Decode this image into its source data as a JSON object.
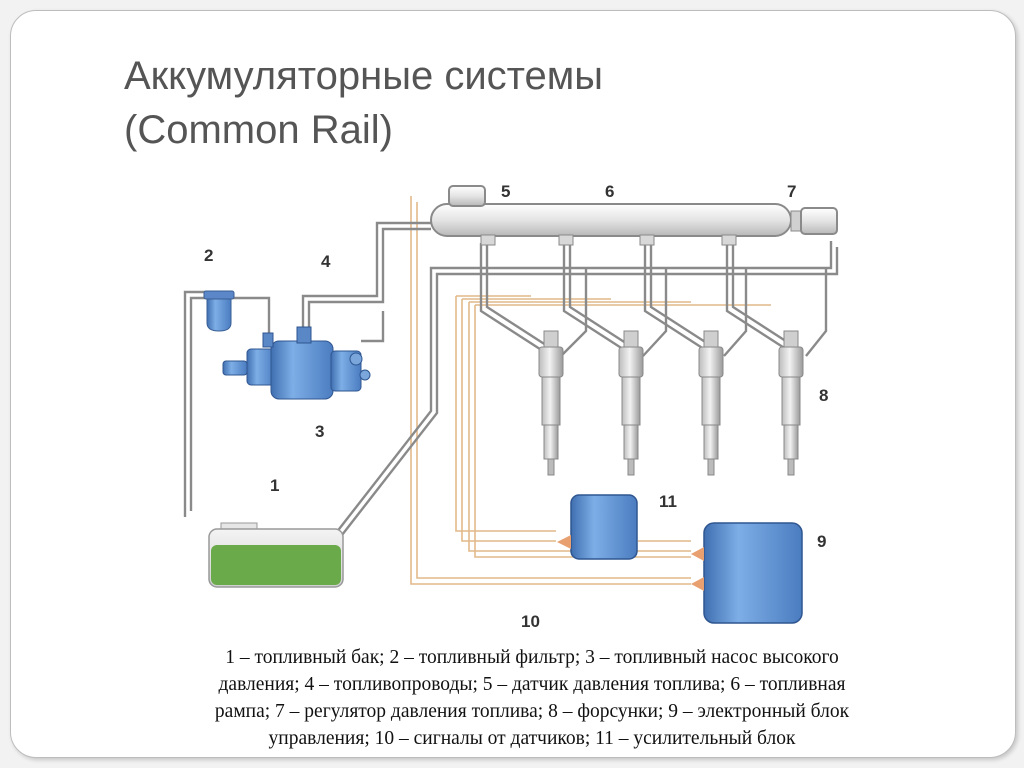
{
  "title": {
    "line1": "Аккумуляторные системы",
    "line2": "(Common Rail)"
  },
  "labels": {
    "l1": "1",
    "l2": "2",
    "l3": "3",
    "l4": "4",
    "l5": "5",
    "l6": "6",
    "l7": "7",
    "l8": "8",
    "l9": "9",
    "l10": "10",
    "l11": "11"
  },
  "caption": {
    "line1": "1 – топливный бак; 2 – топливный фильтр; 3 – топливный насос высокого",
    "line2": "давления; 4 – топливопроводы; 5 – датчик давления топлива; 6 – топливная",
    "line3": "рампа; 7 – регулятор давления топлива; 8 – форсунки; 9 – электронный блок",
    "line4": "управления; 10 – сигналы от датчиков; 11 – усилительный блок"
  },
  "colors": {
    "pipe": "#8c8c8c",
    "component_blue": "#6b9bd6",
    "fuel_green": "#6aaa4a",
    "signal_wire": "#e2b98a"
  }
}
